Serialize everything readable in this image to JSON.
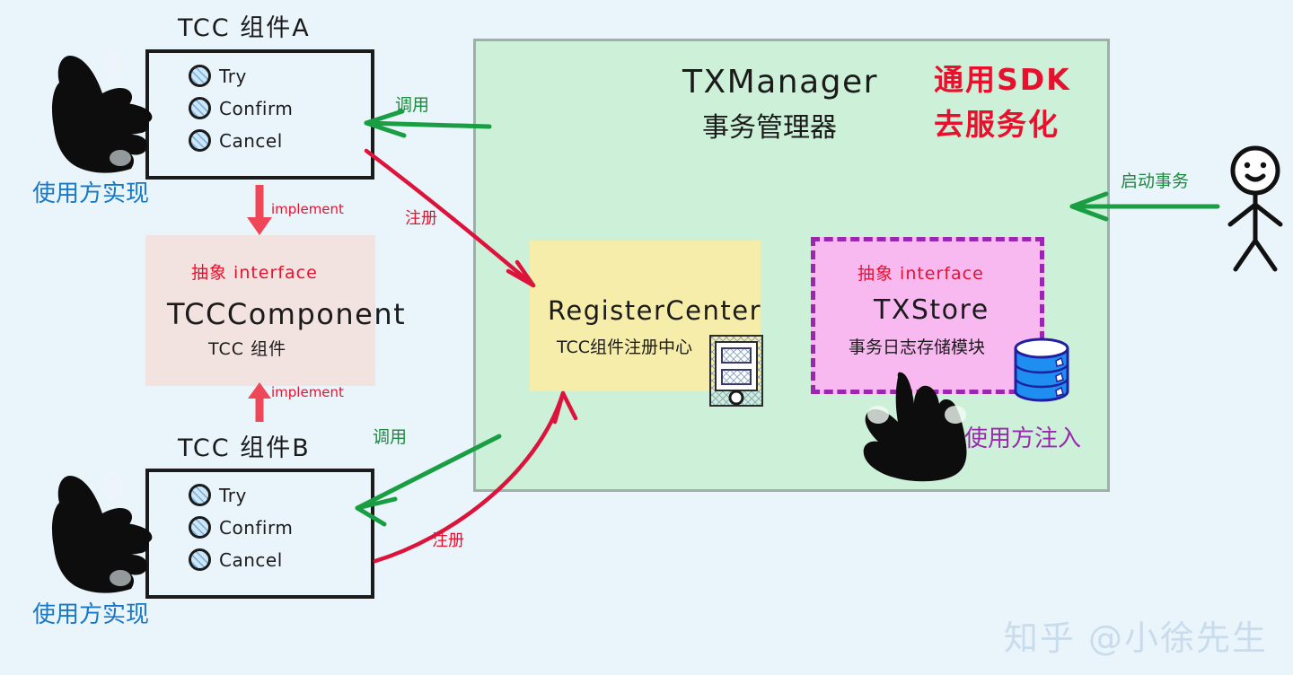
{
  "diagram": {
    "background_color": "#eaf4fb",
    "watermark": "知乎 @小徐先生"
  },
  "components": {
    "tcc_a": {
      "title": "TCC 组件A",
      "methods": [
        "Try",
        "Confirm",
        "Cancel"
      ],
      "owner_label": "使用方实现"
    },
    "tcc_b": {
      "title": "TCC 组件B",
      "methods": [
        "Try",
        "Confirm",
        "Cancel"
      ],
      "owner_label": "使用方实现"
    },
    "interface": {
      "stereotype": "抽象 interface",
      "name": "TCCComponent",
      "subtitle": "TCC 组件",
      "background_color": "#f2e2e0"
    },
    "manager": {
      "name": "TXManager",
      "subtitle": "事务管理器",
      "badge_line1": "通用SDK",
      "badge_line2": "去服务化",
      "badge_color": "#e8112d",
      "background_color": "#cdf0d8"
    },
    "register_center": {
      "name": "RegisterCenter",
      "subtitle": "TCC组件注册中心",
      "background_color": "#f6edaa",
      "icon": "device-registry-icon"
    },
    "tx_store": {
      "stereotype": "抽象 interface",
      "name": "TXStore",
      "subtitle": "事务日志存储模块",
      "background_color": "#f8b8f0",
      "border_color": "#9b27b0",
      "icon": "database-icon",
      "owner_label": "使用方注入"
    }
  },
  "edges": {
    "implement_top": "implement",
    "implement_bottom": "implement",
    "call_top": "调用",
    "call_bottom": "调用",
    "register_top": "注册",
    "register_bottom": "注册",
    "start_tx": "启动事务"
  },
  "actor": {
    "name": "stick-figure-user"
  }
}
